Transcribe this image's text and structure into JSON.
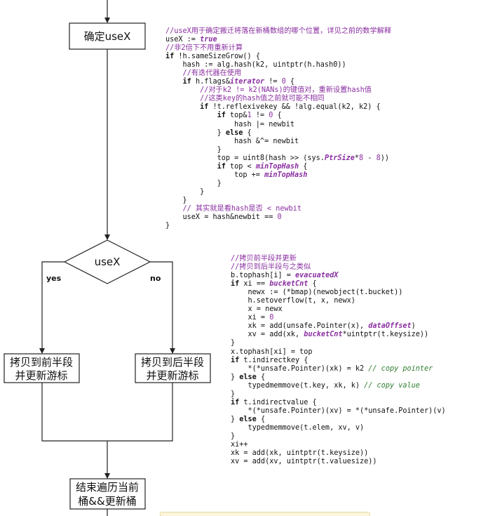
{
  "flowchart": {
    "nodes": {
      "determine_usex": "确定useX",
      "decision_usex": "useX",
      "copy_front_line1": "拷贝到前半段",
      "copy_front_line2": "并更新游标",
      "copy_back_line1": "拷贝到后半段",
      "copy_back_line2": "并更新游标",
      "finish_line1": "结束遍历当前",
      "finish_line2": "桶&&更新桶"
    },
    "edge_labels": {
      "yes": "yes",
      "no": "no"
    }
  },
  "code_blocks": {
    "usex_logic": [
      [
        [
          "cmt",
          "//useX用于确定搬迁将落在新桶数组的哪个位置，详见之前的数学解释"
        ]
      ],
      [
        [
          "plain",
          "useX := "
        ],
        [
          "const",
          "true"
        ]
      ],
      [
        [
          "cmt",
          "//非2倍下不用重新计算"
        ]
      ],
      [
        [
          "kw",
          "if"
        ],
        [
          "plain",
          " !h.sameSizeGrow() {"
        ]
      ],
      [
        [
          "plain",
          "    hash := alg.hash(k2, uintptr(h.hash0))"
        ]
      ],
      [
        [
          "plain",
          "    "
        ],
        [
          "cmt",
          "//有迭代器在使用"
        ]
      ],
      [
        [
          "plain",
          "    "
        ],
        [
          "kw",
          "if"
        ],
        [
          "plain",
          " h.flags&"
        ],
        [
          "const",
          "iterator"
        ],
        [
          "plain",
          " != "
        ],
        [
          "num",
          "0"
        ],
        [
          "plain",
          " {"
        ]
      ],
      [
        [
          "plain",
          "        "
        ],
        [
          "cmt",
          "//对于k2 != k2(NANs)的键值对，重新设置hash值"
        ]
      ],
      [
        [
          "plain",
          "        "
        ],
        [
          "cmt",
          "//这类key的hash值之前就可能不相同"
        ]
      ],
      [
        [
          "plain",
          "        "
        ],
        [
          "kw",
          "if"
        ],
        [
          "plain",
          " !t.reflexivekey && !alg.equal(k2, k2) {"
        ]
      ],
      [
        [
          "plain",
          "            "
        ],
        [
          "kw",
          "if"
        ],
        [
          "plain",
          " top&"
        ],
        [
          "num",
          "1"
        ],
        [
          "plain",
          " != "
        ],
        [
          "num",
          "0"
        ],
        [
          "plain",
          " {"
        ]
      ],
      [
        [
          "plain",
          "                hash |= newbit"
        ]
      ],
      [
        [
          "plain",
          "            } "
        ],
        [
          "kw",
          "else"
        ],
        [
          "plain",
          " {"
        ]
      ],
      [
        [
          "plain",
          "                hash &^= newbit"
        ]
      ],
      [
        [
          "plain",
          "            }"
        ]
      ],
      [
        [
          "plain",
          "            top = uint8(hash >> (sys."
        ],
        [
          "const",
          "PtrSize"
        ],
        [
          "plain",
          "*"
        ],
        [
          "num",
          "8"
        ],
        [
          "plain",
          " - "
        ],
        [
          "num",
          "8"
        ],
        [
          "plain",
          "))"
        ]
      ],
      [
        [
          "plain",
          "            "
        ],
        [
          "kw",
          "if"
        ],
        [
          "plain",
          " top < "
        ],
        [
          "const",
          "minTopHash"
        ],
        [
          "plain",
          " {"
        ]
      ],
      [
        [
          "plain",
          "                top += "
        ],
        [
          "const",
          "minTopHash"
        ]
      ],
      [
        [
          "plain",
          "            }"
        ]
      ],
      [
        [
          "plain",
          "        }"
        ]
      ],
      [
        [
          "plain",
          "    }"
        ]
      ],
      [
        [
          "plain",
          "    "
        ],
        [
          "cmt",
          "// 其实就是看hash是否 < newbit"
        ]
      ],
      [
        [
          "plain",
          "    useX = hash&newbit == "
        ],
        [
          "num",
          "0"
        ]
      ],
      [
        [
          "plain",
          "}"
        ]
      ]
    ],
    "copy_logic": [
      [
        [
          "cmt",
          "//拷贝前半段并更新"
        ]
      ],
      [
        [
          "cmt",
          "//拷贝到后半段与之类似"
        ]
      ],
      [
        [
          "plain",
          "b.tophash[i] = "
        ],
        [
          "const",
          "evacuatedX"
        ]
      ],
      [
        [
          "kw",
          "if"
        ],
        [
          "plain",
          " xi == "
        ],
        [
          "const",
          "bucketCnt"
        ],
        [
          "plain",
          " {"
        ]
      ],
      [
        [
          "plain",
          "    newx := (*bmap)(newobject(t.bucket))"
        ]
      ],
      [
        [
          "plain",
          "    h.setoverflow(t, x, newx)"
        ]
      ],
      [
        [
          "plain",
          "    x = newx"
        ]
      ],
      [
        [
          "plain",
          "    xi = "
        ],
        [
          "num",
          "0"
        ]
      ],
      [
        [
          "plain",
          "    xk = add(unsafe.Pointer(x), "
        ],
        [
          "const",
          "dataOffset"
        ],
        [
          "plain",
          ")"
        ]
      ],
      [
        [
          "plain",
          "    xv = add(xk, "
        ],
        [
          "const",
          "bucketCnt"
        ],
        [
          "plain",
          "*uintptr(t.keysize))"
        ]
      ],
      [
        [
          "plain",
          "}"
        ]
      ],
      [
        [
          "plain",
          "x.tophash[xi] = top"
        ]
      ],
      [
        [
          "kw",
          "if"
        ],
        [
          "plain",
          " t.indirectkey {"
        ]
      ],
      [
        [
          "plain",
          "    *(*unsafe.Pointer)(xk) = k2 "
        ],
        [
          "cmten",
          "// copy pointer"
        ]
      ],
      [
        [
          "plain",
          "} "
        ],
        [
          "kw",
          "else"
        ],
        [
          "plain",
          " {"
        ]
      ],
      [
        [
          "plain",
          "    typedmemmove(t.key, xk, k) "
        ],
        [
          "cmten",
          "// copy value"
        ]
      ],
      [
        [
          "plain",
          "}"
        ]
      ],
      [
        [
          "kw",
          "if"
        ],
        [
          "plain",
          " t.indirectvalue {"
        ]
      ],
      [
        [
          "plain",
          "    *(*unsafe.Pointer)(xv) = *(*unsafe.Pointer)(v)"
        ]
      ],
      [
        [
          "plain",
          "} "
        ],
        [
          "kw",
          "else"
        ],
        [
          "plain",
          " {"
        ]
      ],
      [
        [
          "plain",
          "    typedmemmove(t.elem, xv, v)"
        ]
      ],
      [
        [
          "plain",
          "}"
        ]
      ],
      [
        [
          "plain",
          "xi++"
        ]
      ],
      [
        [
          "plain",
          "xk = add(xk, uintptr(t.keysize))"
        ]
      ],
      [
        [
          "plain",
          "xv = add(xv, uintptr(t.valuesize))"
        ]
      ]
    ]
  }
}
